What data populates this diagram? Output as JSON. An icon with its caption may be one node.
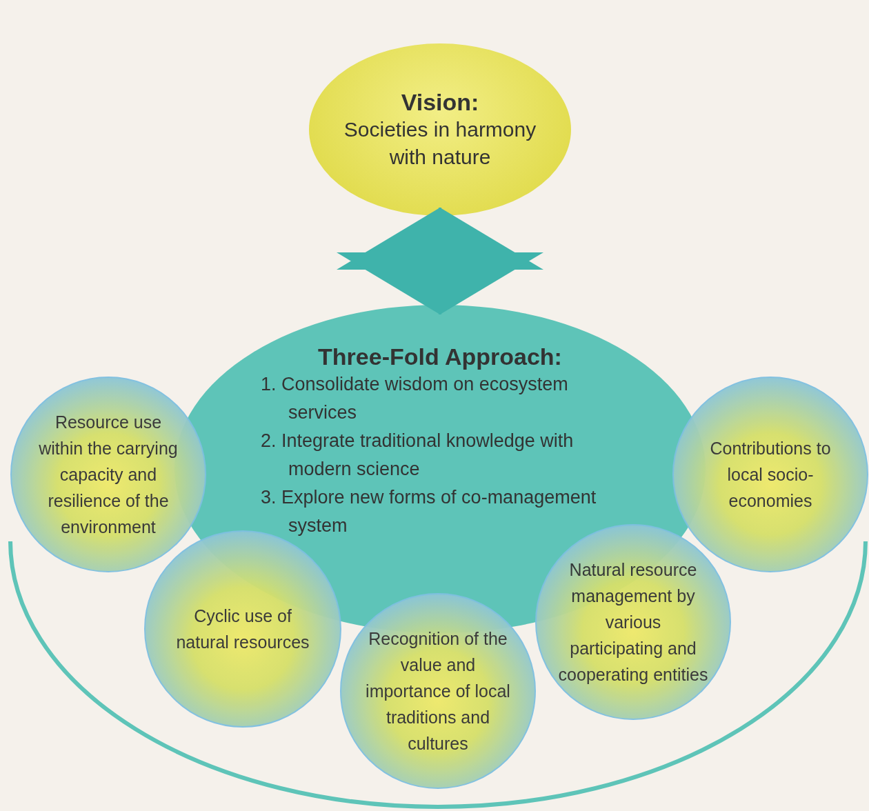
{
  "diagram": {
    "nodes": [
      {
        "text": [
          "Vision:",
          "Societies in harmony with nature"
        ]
      },
      {
        "text": [
          "Three-Fold Approach:",
          "1. Consolidate wisdom on ecosystem services",
          "2. Integrate traditional knowledge with modern science",
          "3. Explore new forms of co-management system"
        ]
      },
      {
        "text": [
          "Resource use within the carrying capacity and resilience of the environment"
        ]
      },
      {
        "text": [
          "Contributions to local socio-economies"
        ]
      },
      {
        "text": [
          "Natural resource management by various participating and cooperating entities"
        ]
      },
      {
        "text": [
          "Cyclic use of natural resources"
        ]
      },
      {
        "text": [
          "Recognition of the value and importance of local traditions and cultures"
        ]
      }
    ],
    "edges": [
      {
        "from": 0,
        "to": 1,
        "arrow": "both"
      }
    ]
  }
}
